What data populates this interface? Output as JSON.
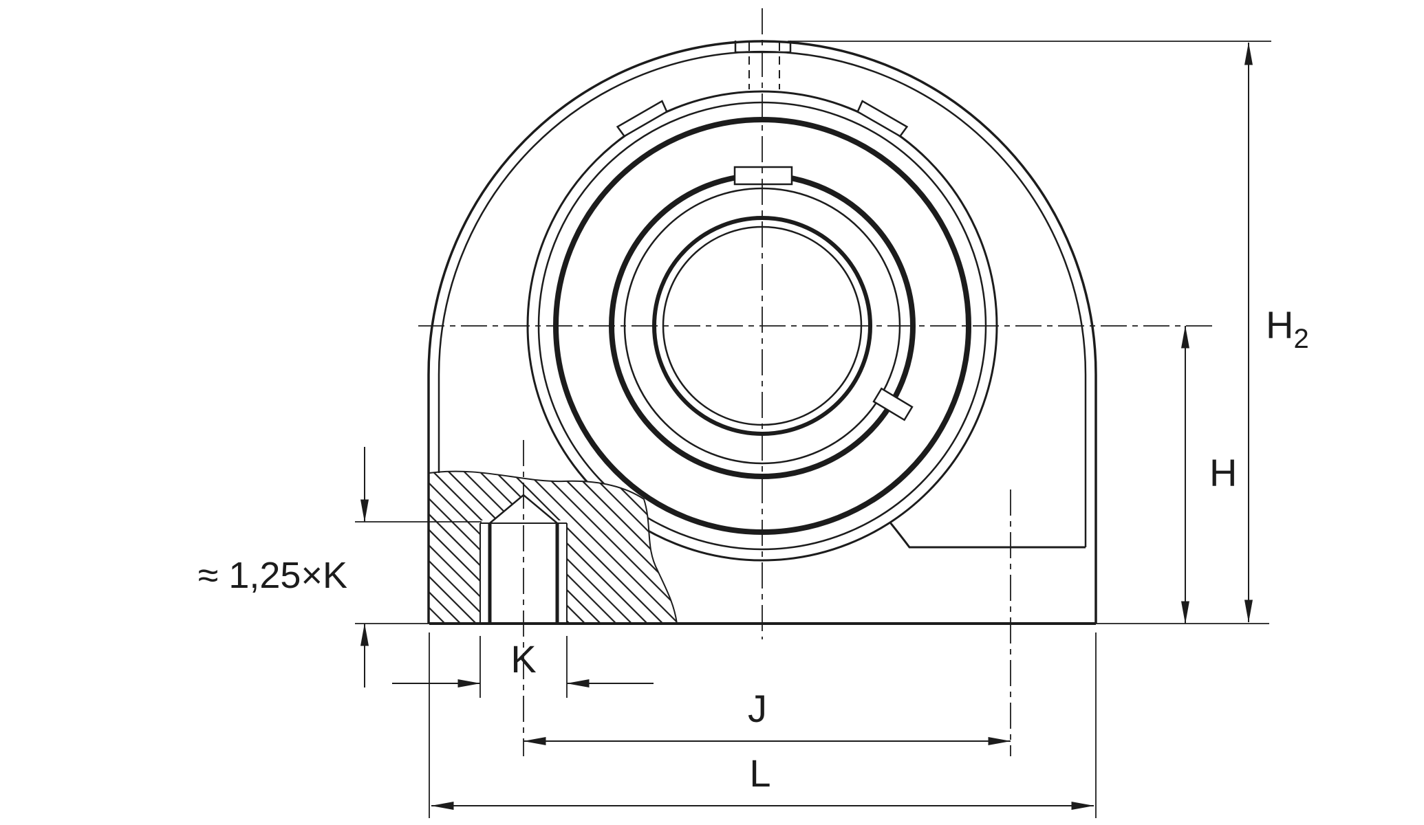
{
  "drawing": {
    "kind": "technical-dimension-drawing",
    "subject": "pillow-block-bearing-housing-front-view",
    "labels": {
      "approx_k": "≈ 1,25×K",
      "k": "K",
      "j": "J",
      "l": "L",
      "h": "H",
      "h2_base": "H",
      "h2_sub": "2"
    },
    "colors": {
      "line": "#1c1c1c",
      "background": "#ffffff"
    }
  }
}
